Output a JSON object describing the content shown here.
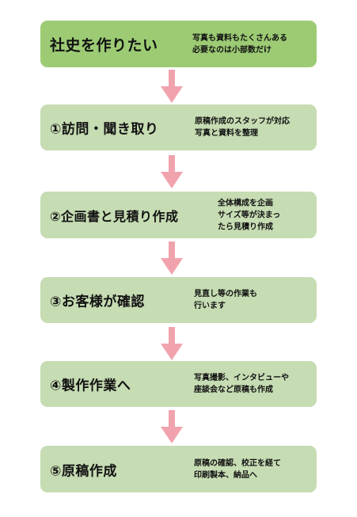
{
  "steps": [
    {
      "title": "社史を作りたい",
      "desc": [
        "写真も資料もたくさんある",
        "必要なのは小部数だけ"
      ]
    },
    {
      "title": "①訪問・聞き取り",
      "desc": [
        "原稿作成のスタッフが対応",
        "写真と資料を整理"
      ]
    },
    {
      "title": "②企画書と見積り作成",
      "desc": [
        "全体構成を企画",
        "サイズ等が決まっ",
        "たら見積り作成"
      ]
    },
    {
      "title": "③お客様が確認",
      "desc": [
        "見直し等の作業も",
        "行います"
      ]
    },
    {
      "title": "④製作作業へ",
      "desc": [
        "写真撮影、インタビューや",
        "座談会など原稿も作成"
      ]
    },
    {
      "title": "⑤原稿作成",
      "desc": [
        "原稿の確認、校正を経て",
        "印刷製本、納品へ"
      ]
    }
  ],
  "colors": {
    "first_box": "#9ccb74",
    "box": "#c6dcb3",
    "arrow": "#f1a3ad"
  }
}
